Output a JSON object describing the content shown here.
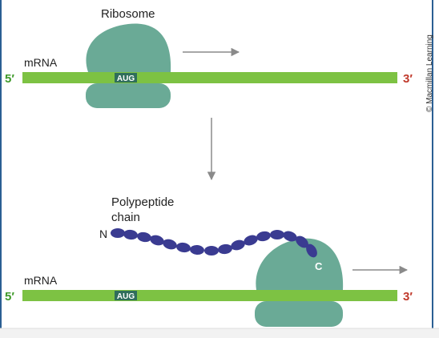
{
  "panel_top": {
    "ribosome_label": "Ribosome",
    "mrna_label": "mRNA",
    "five_prime": "5′",
    "three_prime": "3′",
    "codon": "AUG"
  },
  "panel_bottom": {
    "polypeptide_label_line1": "Polypeptide",
    "polypeptide_label_line2": "chain",
    "n_terminus": "N",
    "c_terminus": "C",
    "mrna_label": "mRNA",
    "five_prime": "5′",
    "three_prime": "3′",
    "codon": "AUG"
  },
  "credit": "© Macmillan Learning",
  "colors": {
    "mrna": "#7dc243",
    "ribosome": "#6aaa96",
    "codon_box": "#2f6e5b",
    "amino_acid": "#3a3b91",
    "five_prime": "#3f9a2a",
    "three_prime": "#c0392b",
    "arrow": "#8a8a8a",
    "frame": "#2b5f93"
  }
}
